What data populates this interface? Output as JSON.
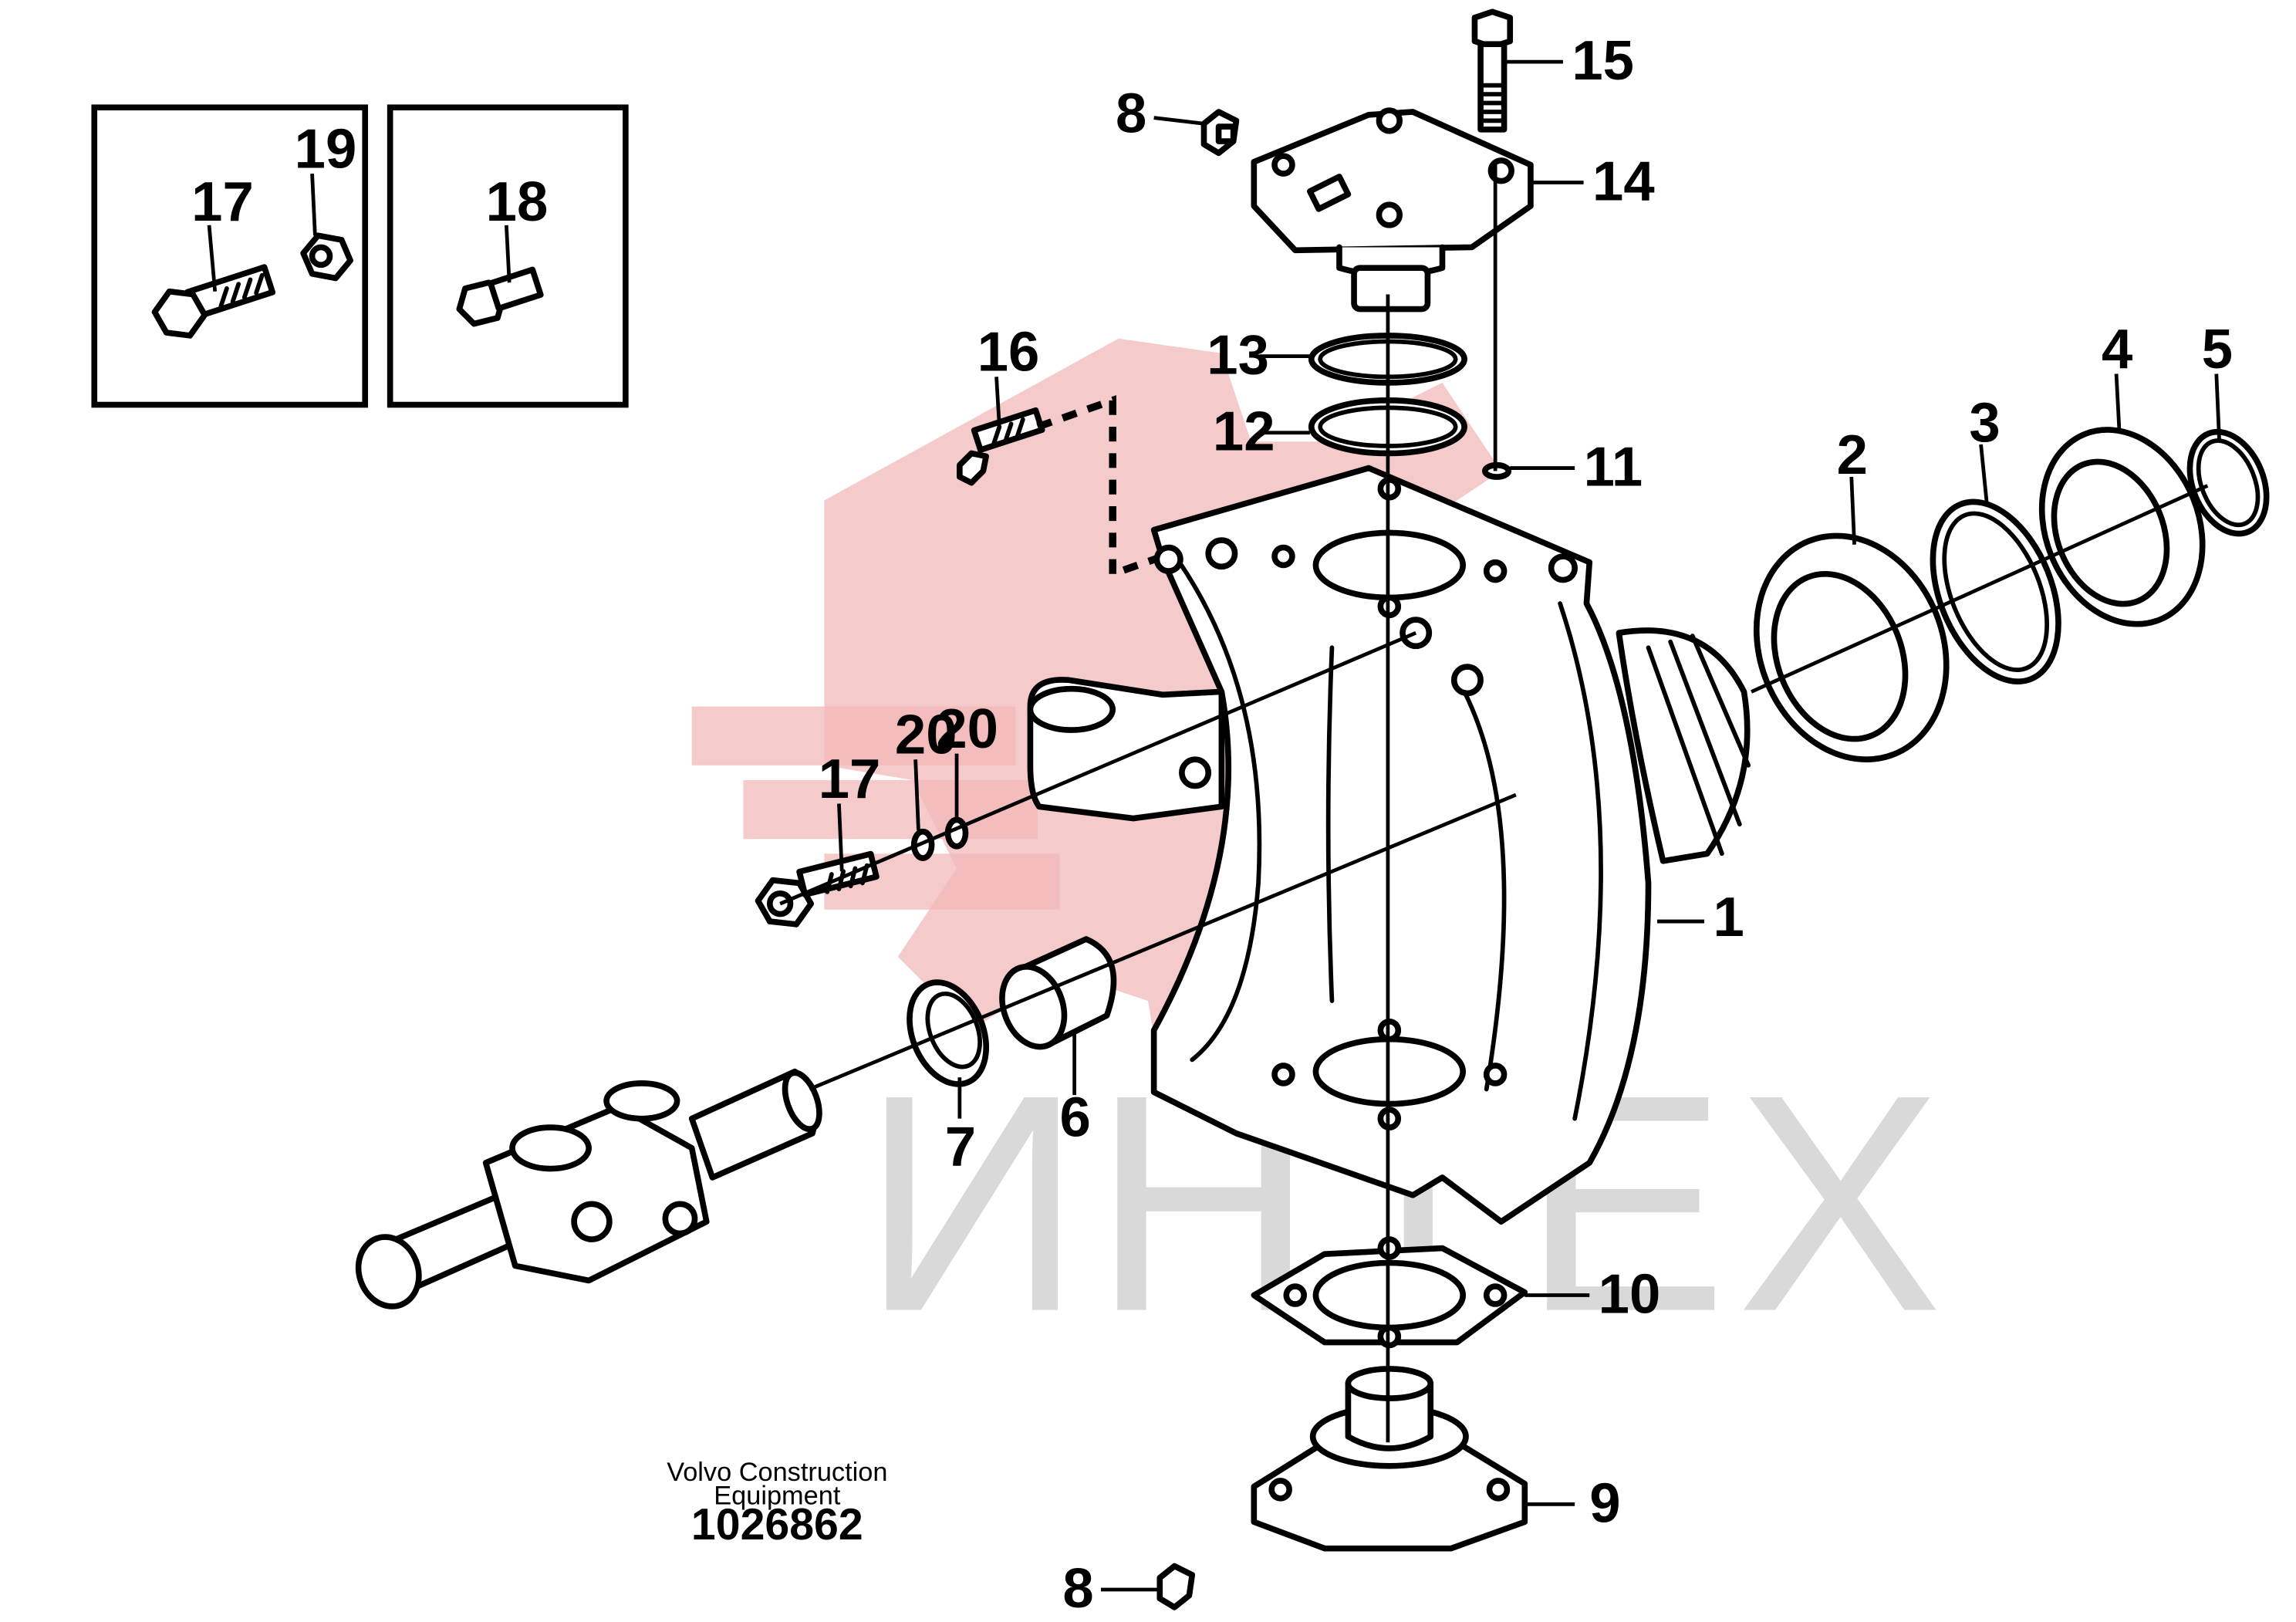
{
  "watermark": {
    "text": "ИНТЕХ",
    "color": "#d9d9d9",
    "logo_color": "#f2b8b8"
  },
  "caption": {
    "line1": "Volvo Construction",
    "line2": "Equipment",
    "drawing_number": "1026862"
  },
  "callouts": [
    {
      "id": "c1",
      "label": "1"
    },
    {
      "id": "c2",
      "label": "2"
    },
    {
      "id": "c3",
      "label": "3"
    },
    {
      "id": "c4",
      "label": "4"
    },
    {
      "id": "c5",
      "label": "5"
    },
    {
      "id": "c6",
      "label": "6"
    },
    {
      "id": "c7",
      "label": "7"
    },
    {
      "id": "c8a",
      "label": "8"
    },
    {
      "id": "c8b",
      "label": "8"
    },
    {
      "id": "c9",
      "label": "9"
    },
    {
      "id": "c10",
      "label": "10"
    },
    {
      "id": "c11",
      "label": "11"
    },
    {
      "id": "c12",
      "label": "12"
    },
    {
      "id": "c13",
      "label": "13"
    },
    {
      "id": "c14",
      "label": "14"
    },
    {
      "id": "c15",
      "label": "15"
    },
    {
      "id": "c16",
      "label": "16"
    },
    {
      "id": "c17a",
      "label": "17"
    },
    {
      "id": "c17b",
      "label": "17"
    },
    {
      "id": "c18",
      "label": "18"
    },
    {
      "id": "c19",
      "label": "19"
    },
    {
      "id": "c20a",
      "label": "20"
    },
    {
      "id": "c20b",
      "label": "20"
    }
  ]
}
